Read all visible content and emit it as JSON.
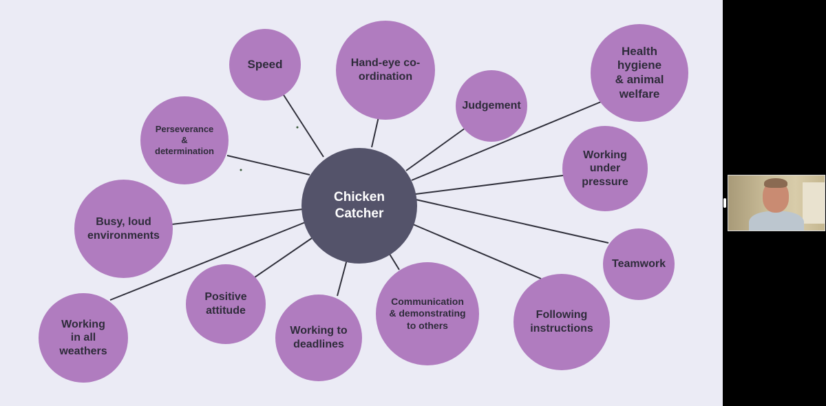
{
  "diagram": {
    "center": "Chicken\nCatcher",
    "nodes": {
      "speed": "Speed",
      "hand_eye": "Hand-eye co-\nordination",
      "judgement": "Judgement",
      "health": "Health\nhygiene\n& animal\nwelfare",
      "perseverance": "Perseverance\n&\ndetermination",
      "working_under_pressure": "Working\nunder\npressure",
      "busy_loud": "Busy, loud\nenvironments",
      "teamwork": "Teamwork",
      "positive_attitude": "Positive\nattitude",
      "all_weathers": "Working\nin all\nweathers",
      "deadlines": "Working to\ndeadlines",
      "communication": "Communication\n& demonstrating\nto others",
      "following_instructions": "Following\ninstructions"
    }
  },
  "colors": {
    "background": "#ebebf5",
    "node": "#b07cbf",
    "center": "#54536a",
    "line": "#2f2f3a"
  }
}
